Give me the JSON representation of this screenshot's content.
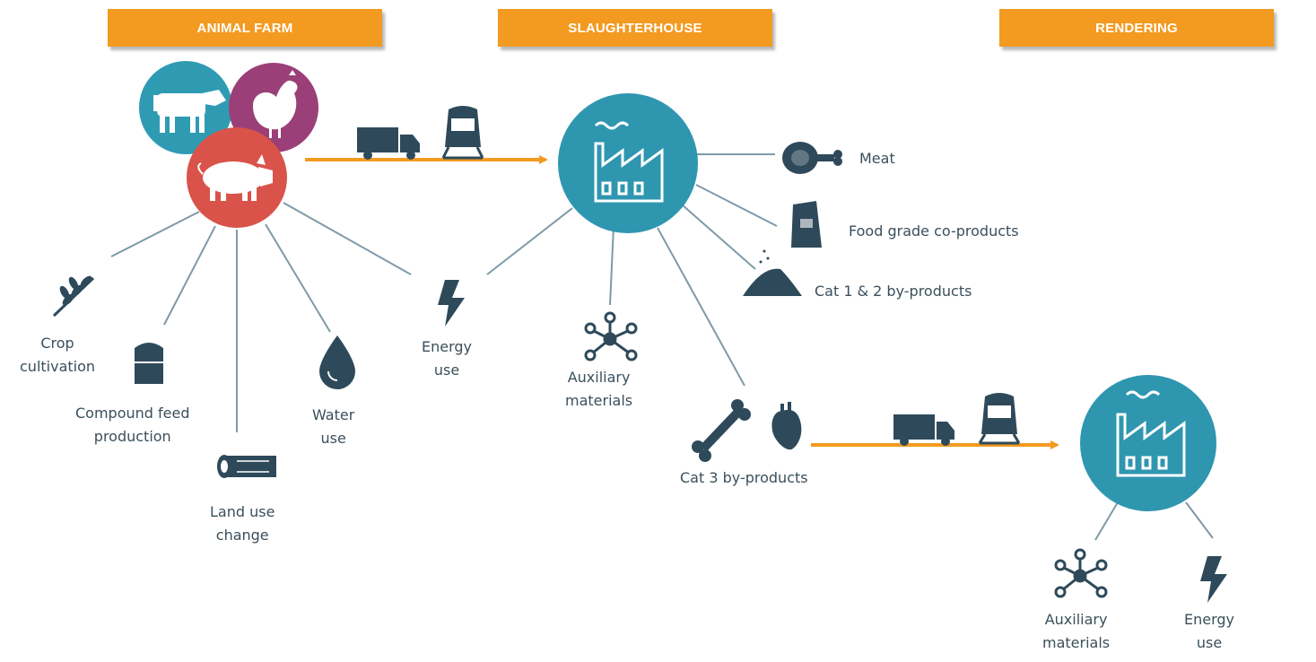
{
  "headers": {
    "animal_farm": "ANIMAL FARM",
    "slaughterhouse": "SLAUGHTERHOUSE",
    "rendering": "RENDERING"
  },
  "labels": {
    "crop_cultivation": [
      "Crop",
      "cultivation"
    ],
    "compound_feed": [
      "Compound feed",
      "production"
    ],
    "land_use_change": [
      "Land use",
      "change"
    ],
    "water_use": [
      "Water",
      "use"
    ],
    "energy_use_farm": [
      "Energy",
      "use"
    ],
    "auxiliary_materials_slaughter": [
      "Auxiliary",
      "materials"
    ],
    "meat": "Meat",
    "food_grade": "Food grade co-products",
    "cat12": "Cat 1 & 2 by-products",
    "cat3": "Cat 3 by-products",
    "auxiliary_materials_render": [
      "Auxiliary",
      "materials"
    ],
    "energy_use_render": [
      "Energy",
      "use"
    ]
  },
  "colors": {
    "header": "#f39a21",
    "arrow": "#f39a21",
    "cow_circle": "#2f9bb3",
    "chicken_circle": "#9b3f78",
    "pig_circle": "#d9534a",
    "factory_circle": "#2f96b0",
    "icon": "#2e4a5a",
    "line": "#7f9aa8"
  },
  "icons": [
    "cow-icon",
    "chicken-icon",
    "pig-icon",
    "truck-icon",
    "train-icon",
    "factory-icon",
    "wheat-icon",
    "feed-silo-icon",
    "log-icon",
    "water-drop-icon",
    "lightning-icon",
    "molecule-icon",
    "ham-icon",
    "food-bag-icon",
    "powder-pile-icon",
    "bone-icon",
    "heart-icon"
  ]
}
